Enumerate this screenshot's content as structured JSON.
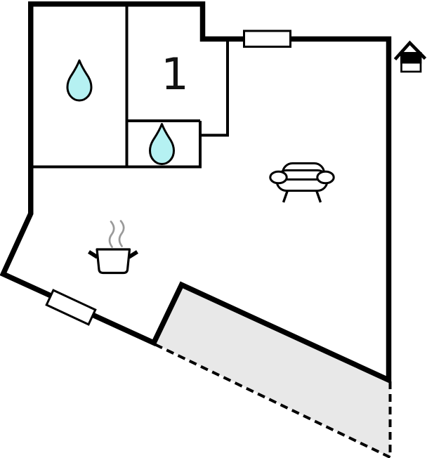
{
  "plan": {
    "type": "floor-plan",
    "rooms": {
      "room1_label": "1"
    },
    "icons": {
      "bathroom": "water-drop-icon",
      "shower_room": "water-drop-icon",
      "living_area": "sofa-icon",
      "kitchen": "cooking-pot-icon",
      "kitchen_steam": "steam-icon",
      "entrance_marker": "house-icon",
      "openings": "window-icon",
      "terrace": "terrace-dashed-area"
    },
    "colors": {
      "wall": "#000000",
      "background": "#ffffff",
      "water_drop": "#b5f1f2",
      "terrace": "#e8e8e8",
      "steam": "#9a9a9a",
      "label": "#111111"
    }
  }
}
